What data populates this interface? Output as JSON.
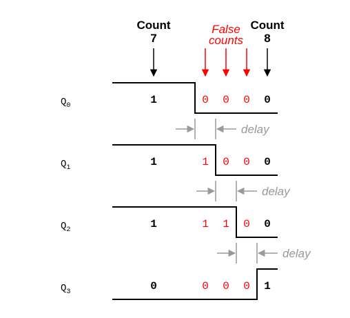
{
  "headers": {
    "count7": {
      "title": "Count",
      "value": "7"
    },
    "false_counts": {
      "line1": "False",
      "line2": "counts"
    },
    "count8": {
      "title": "Count",
      "value": "8"
    }
  },
  "signals": [
    {
      "name": "Q",
      "sub": "0",
      "bits": [
        "1",
        "0",
        "0",
        "0",
        "0"
      ]
    },
    {
      "name": "Q",
      "sub": "1",
      "bits": [
        "1",
        "1",
        "0",
        "0",
        "0"
      ]
    },
    {
      "name": "Q",
      "sub": "2",
      "bits": [
        "1",
        "1",
        "1",
        "0",
        "0"
      ]
    },
    {
      "name": "Q",
      "sub": "3",
      "bits": [
        "0",
        "0",
        "0",
        "0",
        "1"
      ]
    }
  ],
  "delay_label": "delay",
  "colors": {
    "true_count": "#000000",
    "false_count": "#ff0000",
    "delay": "#999999"
  }
}
